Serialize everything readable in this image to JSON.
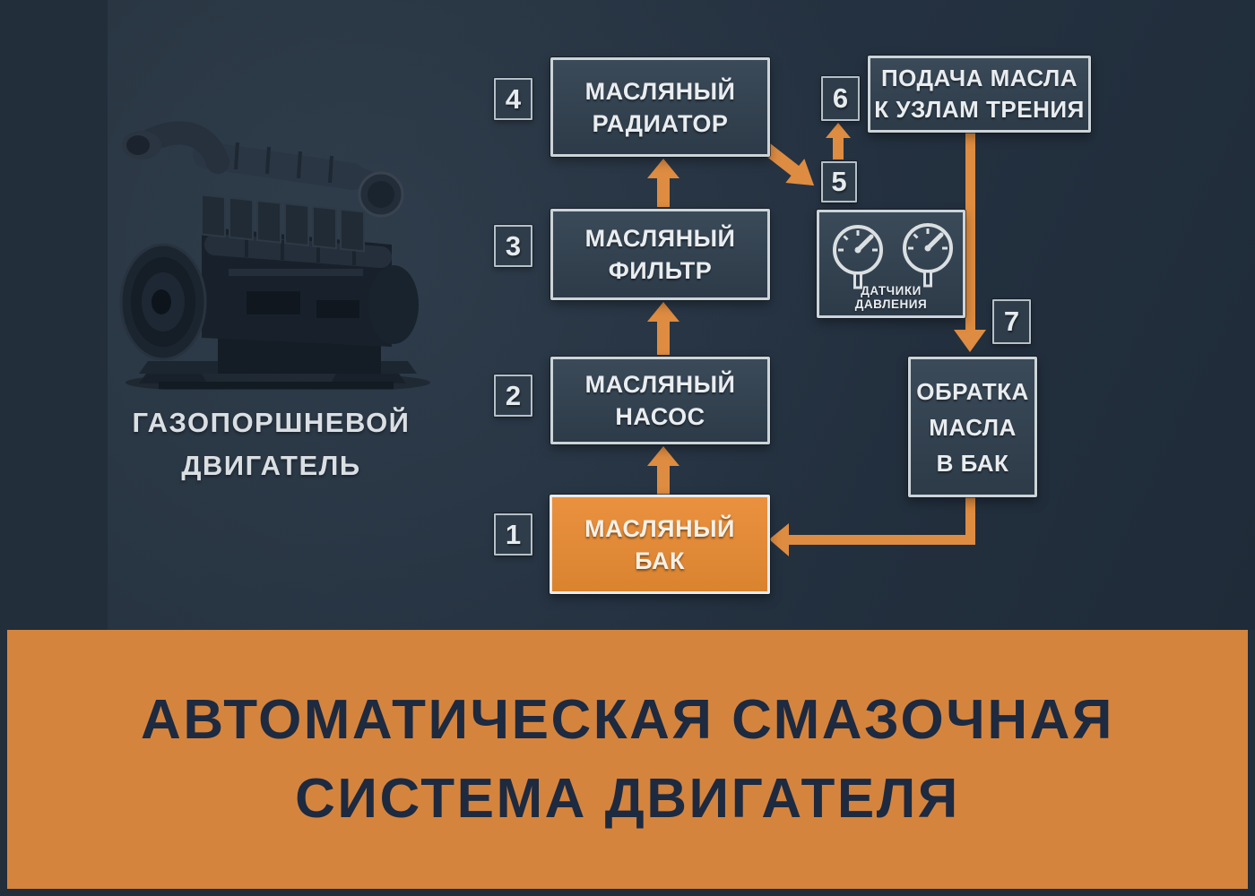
{
  "colors": {
    "accent_orange": "#de8c41",
    "banner_orange": "#d5843e",
    "banner_text": "#1d2a40",
    "page_bg": "#222e3a",
    "photo_bg": "#243140",
    "box_border": "#ccd4d9",
    "text_light": "#e9edf0",
    "tank_orange": "#e28a38"
  },
  "engine_panel": {
    "caption_line1": "ГАЗОПОРШНЕВОЙ",
    "caption_line2": "ДВИГАТЕЛЬ"
  },
  "flow": {
    "tank": {
      "num": "1",
      "line1": "МАСЛЯНЫЙ",
      "line2": "БАК"
    },
    "pump": {
      "num": "2",
      "line1": "МАСЛЯНЫЙ",
      "line2": "НАСОС"
    },
    "filter": {
      "num": "3",
      "line1": "МАСЛЯНЫЙ",
      "line2": "ФИЛЬТР"
    },
    "radiator": {
      "num": "4",
      "line1": "МАСЛЯНЫЙ",
      "line2": "РАДИАТОР"
    },
    "junction": {
      "num": "5"
    },
    "supply": {
      "num": "6",
      "line1": "ПОДАЧА МАСЛА",
      "line2": "К УЗЛАМ ТРЕНИЯ"
    },
    "return": {
      "num": "7",
      "line1": "ОБРАТКА",
      "line2": "МАСЛА",
      "line3": "В БАК"
    },
    "sensors": {
      "line1": "ДАТЧИКИ",
      "line2": "ДАВЛЕНИЯ"
    }
  },
  "banner": {
    "line1": "АВТОМАТИЧЕСКАЯ СМАЗОЧНАЯ",
    "line2": "СИСТЕМА ДВИГАТЕЛЯ"
  }
}
